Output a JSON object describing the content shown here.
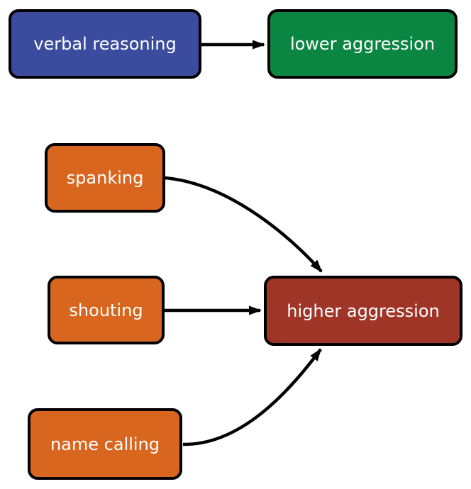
{
  "diagram": {
    "background_color": "#ffffff",
    "arrow_color": "#000000",
    "border_color": "#000000",
    "text_color": "#ffffff",
    "nodes": [
      {
        "id": "verbal-reasoning",
        "label": "verbal reasoning",
        "color": "#3b4c9f"
      },
      {
        "id": "lower-aggression",
        "label": "lower aggression",
        "color": "#0b8542"
      },
      {
        "id": "spanking",
        "label": "spanking",
        "color": "#d8661e"
      },
      {
        "id": "shouting",
        "label": "shouting",
        "color": "#d8661e"
      },
      {
        "id": "name-calling",
        "label": "name calling",
        "color": "#d8661e"
      },
      {
        "id": "higher-aggression",
        "label": "higher aggression",
        "color": "#9e3526"
      }
    ],
    "edges": [
      {
        "from": "verbal reasoning",
        "to": "lower aggression",
        "shape": "straight"
      },
      {
        "from": "spanking",
        "to": "higher aggression",
        "shape": "curved-down"
      },
      {
        "from": "shouting",
        "to": "higher aggression",
        "shape": "straight"
      },
      {
        "from": "name calling",
        "to": "higher aggression",
        "shape": "curved-up"
      }
    ]
  }
}
